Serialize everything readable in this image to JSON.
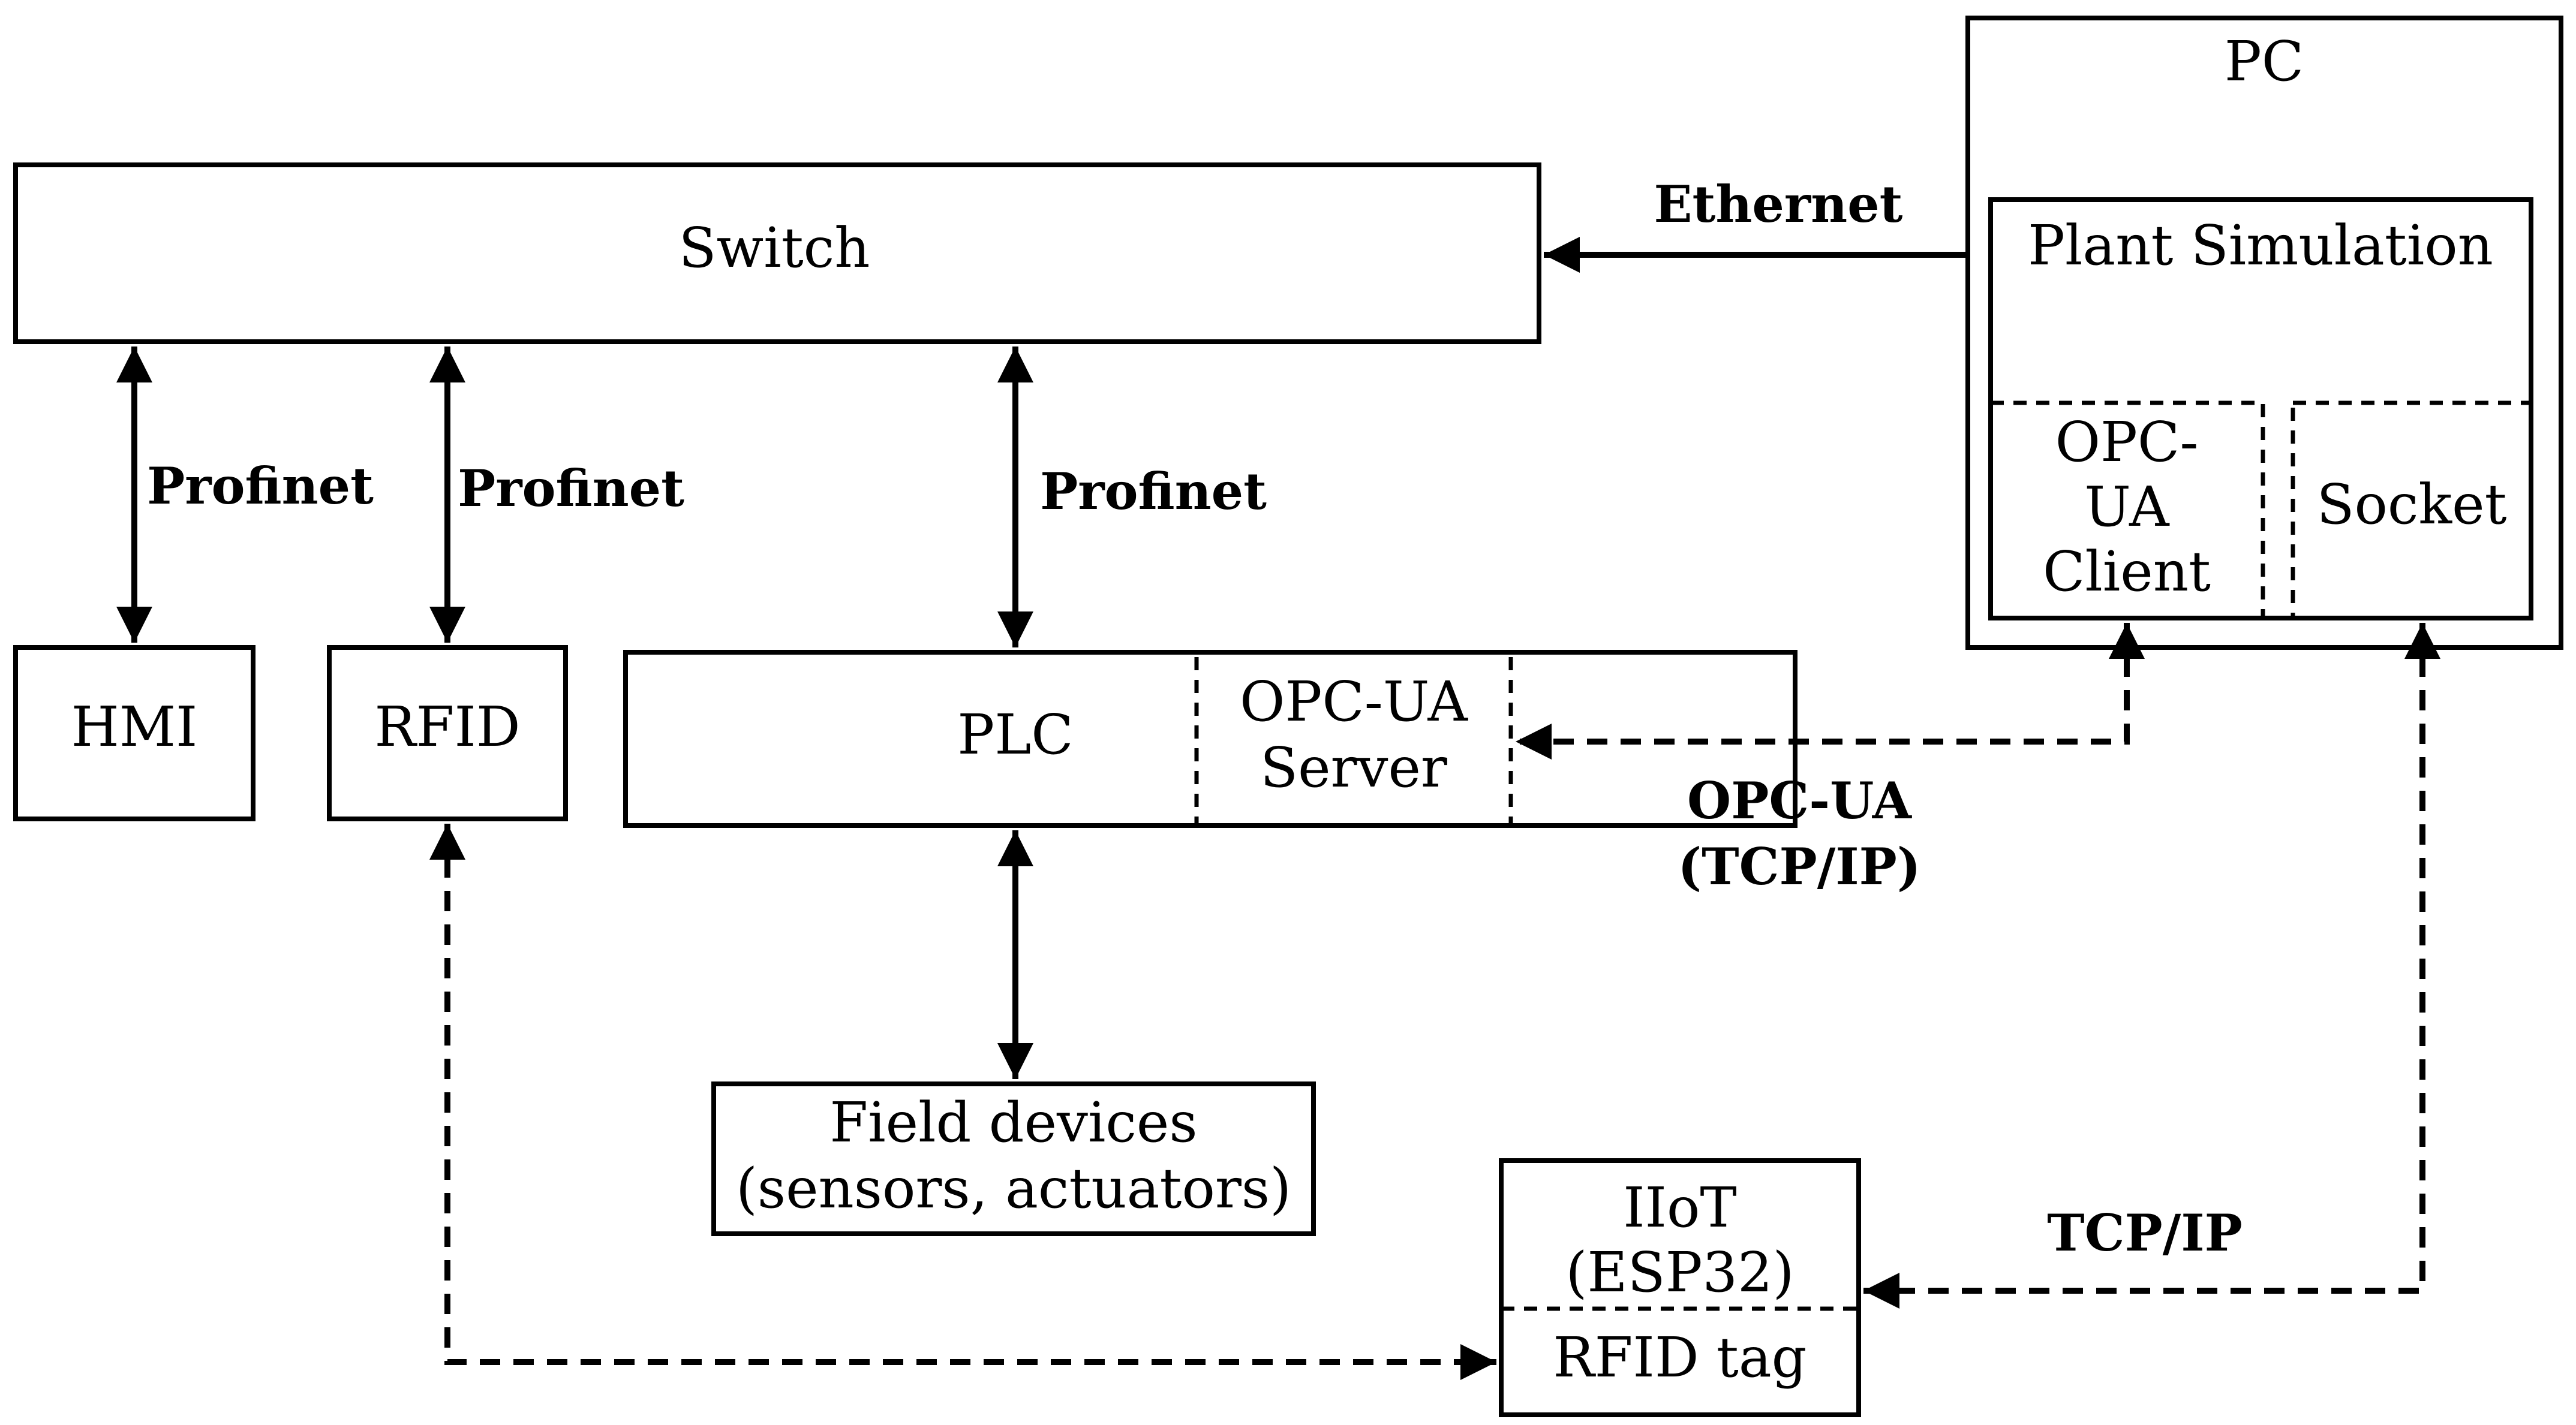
{
  "nodes": {
    "pc": "PC",
    "switch": "Switch",
    "plant_simulation": "Plant Simulation",
    "opcua_client": [
      "OPC-",
      "UA",
      "Client"
    ],
    "socket": "Socket",
    "hmi": "HMI",
    "rfid": "RFID",
    "plc": "PLC",
    "opcua_server": [
      "OPC-UA",
      "Server"
    ],
    "field_devices": [
      "Field devices",
      "(sensors, actuators)"
    ],
    "iiot": [
      "IIoT",
      "(ESP32)"
    ],
    "rfid_tag": "RFID tag"
  },
  "edges": {
    "ethernet": "Ethernet",
    "profinet_hmi": "Profinet",
    "profinet_rfid": "Profinet",
    "profinet_plc": "Profinet",
    "opcua_link": [
      "OPC-UA",
      "(TCP/IP)"
    ],
    "tcpip_link": "TCP/IP"
  }
}
